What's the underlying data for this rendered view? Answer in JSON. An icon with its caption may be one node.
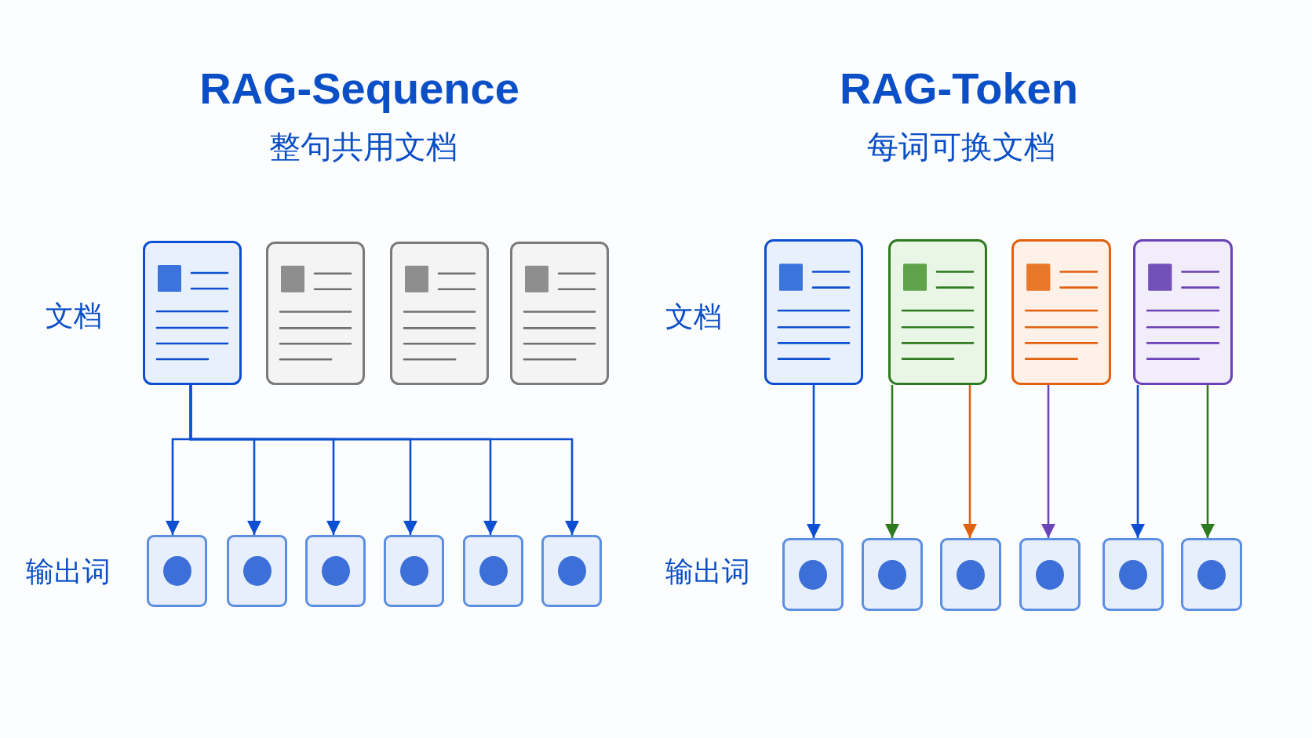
{
  "diagram": {
    "nodes": [
      {
        "text": [],
        "shape": "document"
      },
      {
        "text": [],
        "shape": "document"
      },
      {
        "text": [],
        "shape": "document"
      },
      {
        "text": [],
        "shape": "document"
      },
      {
        "text": [],
        "shape": "box"
      },
      {
        "text": [],
        "shape": "box"
      },
      {
        "text": [],
        "shape": "box"
      },
      {
        "text": [],
        "shape": "box"
      },
      {
        "text": [],
        "shape": "box"
      },
      {
        "text": [],
        "shape": "box"
      },
      {
        "text": [],
        "shape": "document"
      },
      {
        "text": [],
        "shape": "document"
      },
      {
        "text": [],
        "shape": "document"
      },
      {
        "text": [],
        "shape": "document"
      },
      {
        "text": [],
        "shape": "box"
      },
      {
        "text": [],
        "shape": "box"
      },
      {
        "text": [],
        "shape": "box"
      },
      {
        "text": [],
        "shape": "box"
      },
      {
        "text": [],
        "shape": "box"
      },
      {
        "text": [],
        "shape": "box"
      }
    ],
    "edges": [
      {
        "from": 0,
        "to": 4,
        "arrow": "to"
      },
      {
        "from": 0,
        "to": 5,
        "arrow": "to"
      },
      {
        "from": 0,
        "to": 6,
        "arrow": "to"
      },
      {
        "from": 0,
        "to": 7,
        "arrow": "to"
      },
      {
        "from": 0,
        "to": 8,
        "arrow": "to"
      },
      {
        "from": 0,
        "to": 9,
        "arrow": "to"
      },
      {
        "from": 10,
        "to": 14,
        "arrow": "to"
      },
      {
        "from": 11,
        "to": 15,
        "arrow": "to",
        "color": "#2e7a1f"
      },
      {
        "from": 11,
        "to": 16,
        "arrow": "to",
        "color": "#e0620f"
      },
      {
        "from": 12,
        "to": 17,
        "arrow": "to",
        "color": "#6a45b8"
      },
      {
        "from": 13,
        "to": 18,
        "arrow": "to"
      },
      {
        "from": 13,
        "to": 19,
        "arrow": "to",
        "color": "#2e7a1f"
      }
    ],
    "labels": [
      "RAG-Sequence",
      "整句共用文档",
      "文档",
      "输出词",
      "RAG-Token",
      "每词可换文档",
      "文档",
      "输出词"
    ]
  }
}
